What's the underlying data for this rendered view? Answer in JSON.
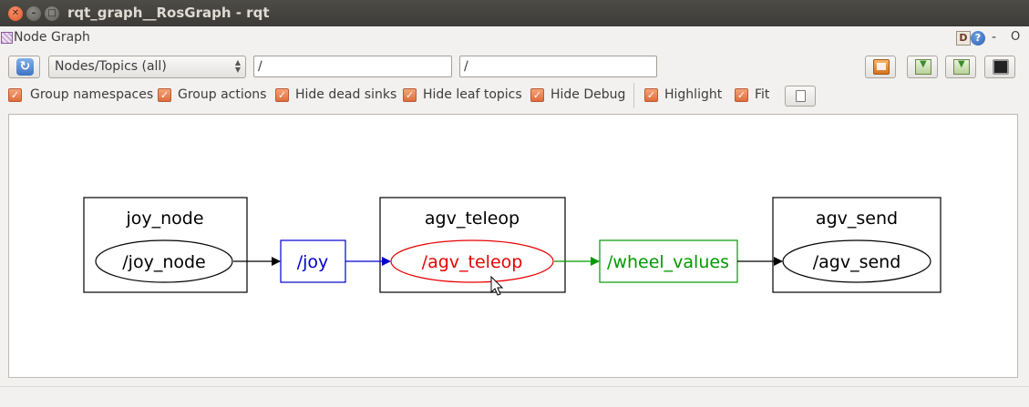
{
  "window": {
    "title": "rqt_graph__RosGraph - rqt",
    "close_glyph": "✕",
    "minimize_glyph": "–",
    "maximize_glyph": "□"
  },
  "plugin": {
    "title": "Node Graph",
    "d_label": "D",
    "help_label": "?",
    "dash_label": "-",
    "close_label": "O"
  },
  "toolbar": {
    "refresh_icon": "refresh-icon",
    "refresh_glyph": "↻",
    "graph_type": "Nodes/Topics (all)",
    "namespace_filter": "/",
    "topic_filter": "/",
    "icons": [
      "folder-open-icon",
      "save-dot-icon",
      "save-image-icon",
      "screenshot-icon"
    ]
  },
  "options": {
    "check_glyph": "✓",
    "group_namespaces": "Group namespaces",
    "group_actions": "Group actions",
    "hide_dead_sinks": "Hide dead sinks",
    "hide_leaf_topics": "Hide leaf topics",
    "hide_debug": "Hide Debug",
    "highlight": "Highlight",
    "fit": "Fit"
  },
  "graph": {
    "colors": {
      "default": "#000000",
      "topic_in": "#0000cc",
      "highlighted_node": "#e60000",
      "topic_out": "#009900"
    },
    "namespaces": [
      {
        "name": "joy_node"
      },
      {
        "name": "agv_teleop"
      },
      {
        "name": "agv_send"
      }
    ],
    "nodes": [
      "/joy_node",
      "/agv_teleop",
      "/agv_send"
    ],
    "topics": [
      "/joy",
      "/wheel_values"
    ]
  }
}
